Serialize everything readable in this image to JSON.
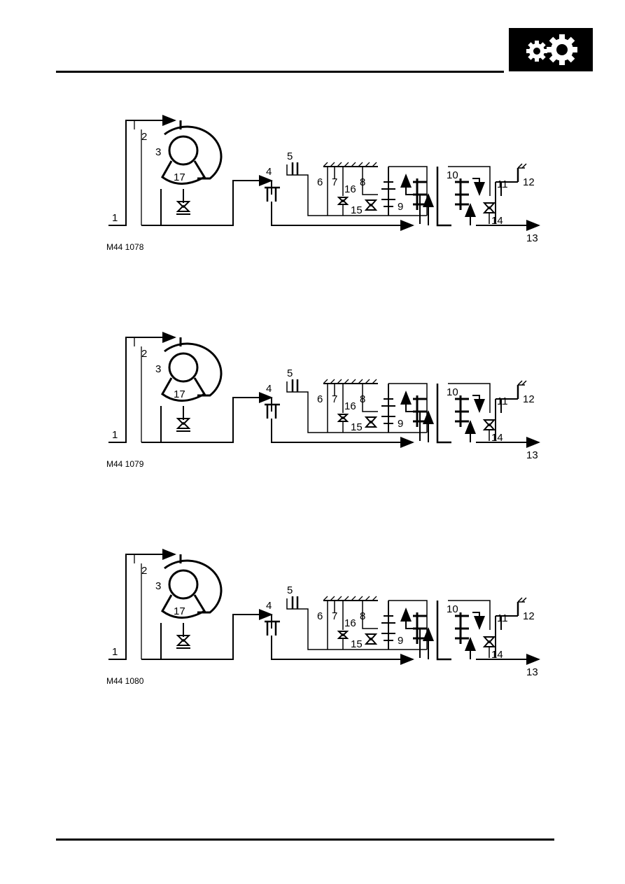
{
  "diagrams": [
    {
      "ref": "M44 1078",
      "labels": {
        "n1": "1",
        "n2": "2",
        "n3": "3",
        "n4": "4",
        "n5": "5",
        "n6": "6",
        "n7": "7",
        "n8": "8",
        "n9": "9",
        "n10": "10",
        "n11": "11",
        "n12": "12",
        "n13": "13",
        "n14": "14",
        "n15": "15",
        "n16": "16",
        "n17": "17"
      }
    },
    {
      "ref": "M44 1079",
      "labels": {
        "n1": "1",
        "n2": "2",
        "n3": "3",
        "n4": "4",
        "n5": "5",
        "n6": "6",
        "n7": "7",
        "n8": "8",
        "n9": "9",
        "n10": "10",
        "n11": "11",
        "n12": "12",
        "n13": "13",
        "n14": "14",
        "n15": "15",
        "n16": "16",
        "n17": "17"
      }
    },
    {
      "ref": "M44 1080",
      "labels": {
        "n1": "1",
        "n2": "2",
        "n3": "3",
        "n4": "4",
        "n5": "5",
        "n6": "6",
        "n7": "7",
        "n8": "8",
        "n9": "9",
        "n10": "10",
        "n11": "11",
        "n12": "12",
        "n13": "13",
        "n14": "14",
        "n15": "15",
        "n16": "16",
        "n17": "17"
      }
    }
  ],
  "header": {
    "badge_icon": "gears-icon",
    "badge_color": "#000000"
  }
}
